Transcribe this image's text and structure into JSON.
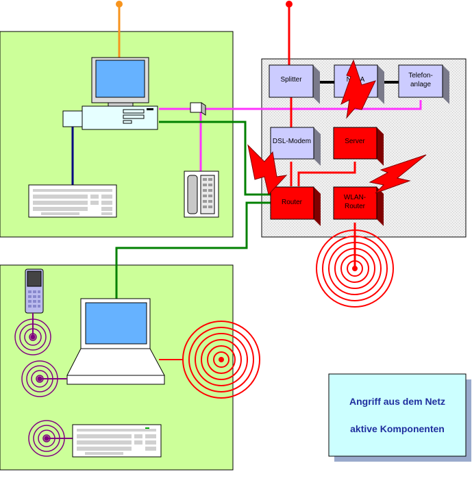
{
  "components": {
    "splitter": "Splitter",
    "ntba": "NTBA",
    "telefon_line1": "Telefon-",
    "telefon_line2": "anlage",
    "dsl_modem": "DSL-Modem",
    "server": "Server",
    "router": "Router",
    "wlan_router_line1": "WLAN-",
    "wlan_router_line2": "Router"
  },
  "legend": {
    "line1": "Angriff aus dem Netz",
    "line2": "aktive Komponenten"
  },
  "colors": {
    "zone_green": "#ccff99",
    "isp_grey": "#ebebeb",
    "active_red": "#ff0000",
    "box_lavender": "#ccccff",
    "legend_bg": "#ccffff",
    "legend_text": "#1f2f9e",
    "line_orange": "#f7941d",
    "line_magenta": "#ff33ff",
    "line_green": "#008000",
    "line_navy": "#000080",
    "wireless_purple": "#800080"
  },
  "icons": [
    "desktop-pc-icon",
    "monitor-icon",
    "keyboard-icon",
    "telephone-icon",
    "laptop-icon",
    "mobile-phone-icon",
    "radio-waves-icon",
    "lightning-attack-icon"
  ]
}
